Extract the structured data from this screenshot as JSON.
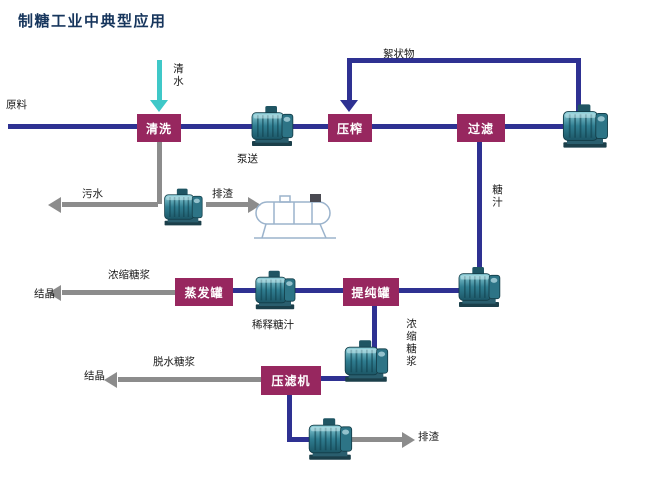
{
  "title": "制糖工业中典型应用",
  "boxes": {
    "wash": "清洗",
    "press": "压榨",
    "filter": "过滤",
    "purifier": "提纯罐",
    "evaporator": "蒸发罐",
    "filter_press": "压滤机"
  },
  "labels": {
    "raw_material": "原料",
    "clean_water": "清水",
    "floc": "絮状物",
    "pumping": "泵送",
    "sewage": "污水",
    "slag_top": "排渣",
    "sugar_juice": "糖汁",
    "concentrated_syrup_left": "浓缩糖浆",
    "crystal_mid": "结晶",
    "diluted_juice": "稀释糖汁",
    "concentrated_syrup_vertical": "浓缩糖浆",
    "dehydrated_syrup": "脱水糖浆",
    "crystal_bottom": "结晶",
    "slag_bottom": "排渣"
  },
  "icons": {
    "pump": "pump-icon",
    "tank": "tank-icon"
  },
  "colors": {
    "flow_line": "#2E3192",
    "process_box": "#97275F",
    "waste_line": "#8C8C8C",
    "water_line": "#3FC8C8",
    "title_text": "#17365D",
    "pump_teal": "#2F7D90"
  }
}
